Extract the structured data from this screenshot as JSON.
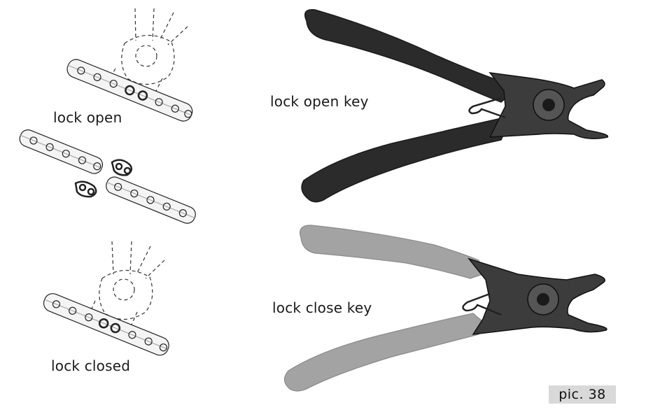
{
  "labels": {
    "lock_open": "lock open",
    "lock_closed": "lock closed",
    "lock_open_key": "lock open key",
    "lock_close_key": "lock close key"
  },
  "picture_number": "pic. 38",
  "colors": {
    "dark_handle": "#2b2b2b",
    "light_handle": "#a3a3a3",
    "metal": "#3c3c3c",
    "badge_bg": "#d9d9d9"
  },
  "icons": [
    "chain-lock-open-diagram",
    "chain-separated-diagram",
    "chain-lock-closed-diagram",
    "plier-dark",
    "plier-light"
  ]
}
